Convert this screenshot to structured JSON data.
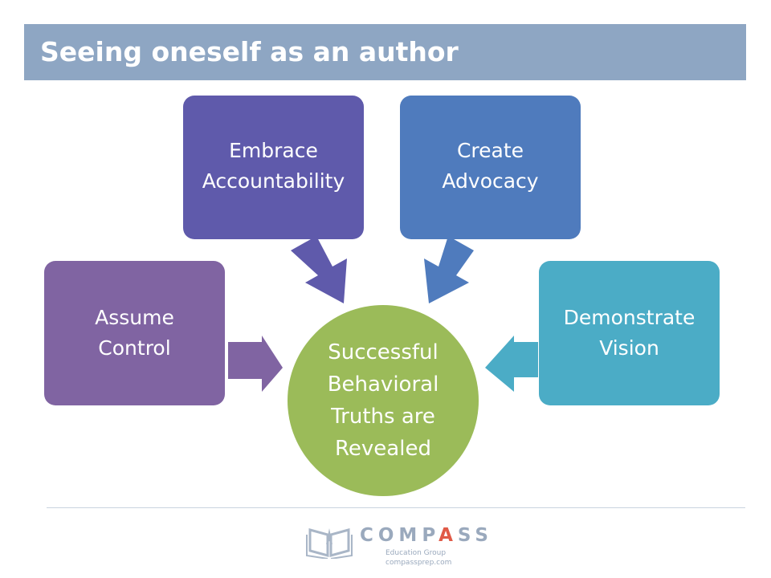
{
  "slide": {
    "title": "Seeing oneself as an author"
  },
  "diagram": {
    "center": {
      "lines": [
        "Successful",
        "Behavioral",
        "Truths are",
        "Revealed"
      ],
      "color": "#9bbb59"
    },
    "nodes": [
      {
        "id": "assume-control",
        "lines": [
          "Assume",
          "Control"
        ],
        "color": "#8064a2"
      },
      {
        "id": "embrace-accountability",
        "lines": [
          "Embrace",
          "Accountability"
        ],
        "color": "#5f5aab"
      },
      {
        "id": "create-advocacy",
        "lines": [
          "Create",
          "Advocacy"
        ],
        "color": "#4f7bbd"
      },
      {
        "id": "demonstrate-vision",
        "lines": [
          "Demonstrate",
          "Vision"
        ],
        "color": "#4bacc6"
      }
    ]
  },
  "footer": {
    "logo_word": "COMPASS",
    "logo_tagline": "Education Group",
    "logo_url": "compassprep.com",
    "logo_icon": "open-book-compass-icon",
    "logo_accent": "#e05a47"
  }
}
